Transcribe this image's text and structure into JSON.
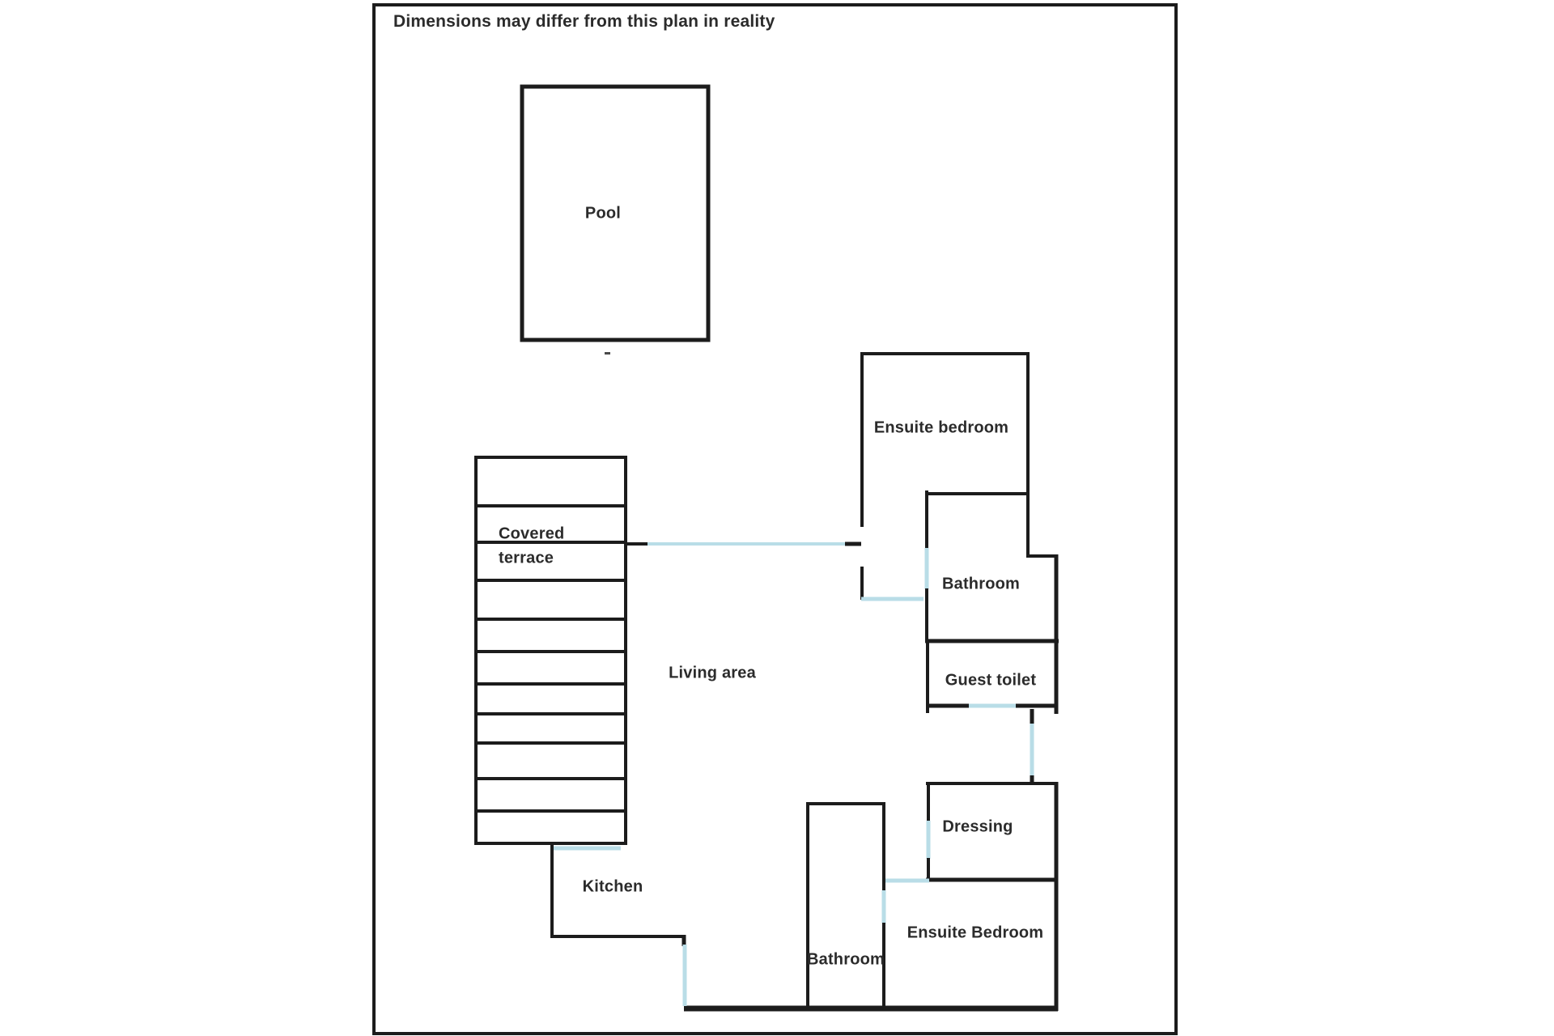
{
  "disclaimer": "Dimensions may differ from this plan in reality",
  "rooms": {
    "pool": "Pool",
    "covered_terrace": {
      "line1": "Covered",
      "line2": "terrace"
    },
    "living_area": "Living area",
    "kitchen": "Kitchen",
    "ensuite_bedroom_top": "Ensuite bedroom",
    "bathroom_top": "Bathroom",
    "guest_toilet": "Guest toilet",
    "dressing": "Dressing",
    "ensuite_bedroom_bottom": "Ensuite Bedroom",
    "bathroom_bottom": "Bathroom"
  },
  "colors": {
    "wall": "#1c1c1c",
    "door": "#b9dde7",
    "text": "#2b2b2b",
    "background": "#ffffff"
  }
}
